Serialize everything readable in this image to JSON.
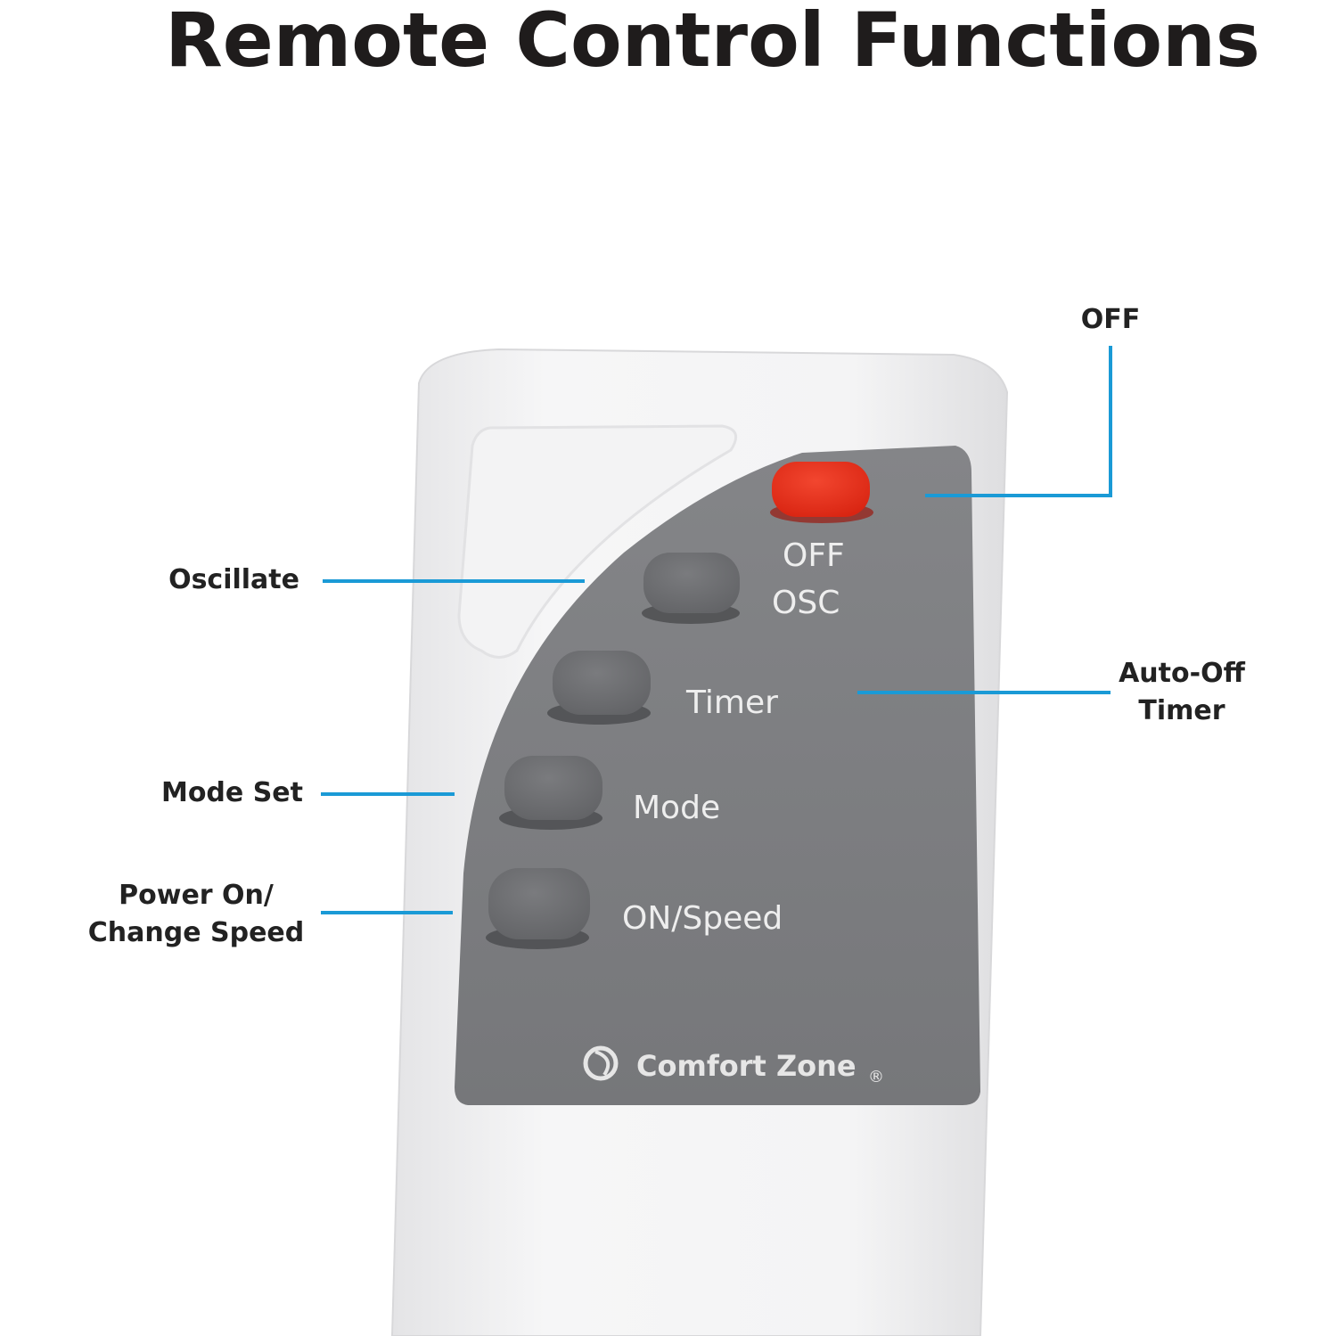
{
  "title": "Remote Control Functions",
  "callouts": {
    "off": "OFF",
    "oscillate": "Oscillate",
    "auto_off_line1": "Auto-Off",
    "auto_off_line2": "Timer",
    "mode_set": "Mode Set",
    "power_line1": "Power On/",
    "power_line2": "Change Speed"
  },
  "remote": {
    "labels": {
      "off": "OFF",
      "osc": "OSC",
      "timer": "Timer",
      "mode": "Mode",
      "speed": "ON/Speed"
    },
    "brand": "Comfort Zone",
    "registered": "®"
  },
  "colors": {
    "leader_line": "#1a9ad6",
    "panel": "#7b7c7f",
    "button": "#6d6e71",
    "off_button": "#e8301f",
    "remote_body": "#f1f1f2",
    "panel_text": "#eeeeee"
  }
}
